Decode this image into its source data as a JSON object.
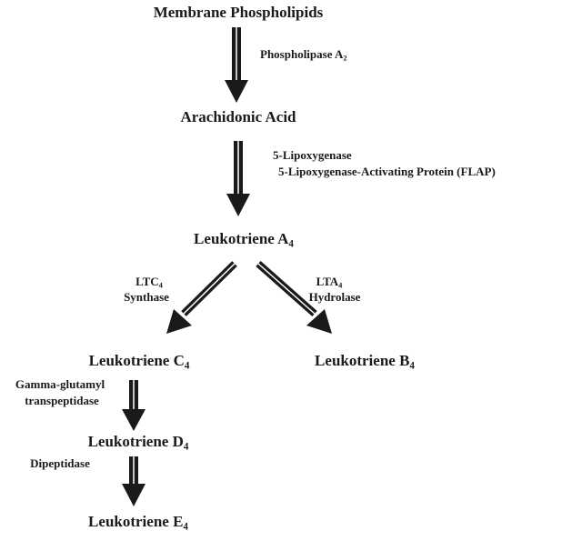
{
  "nodes": {
    "membrane_phospholipids": "Membrane Phospholipids",
    "arachidonic_acid": "Arachidonic Acid",
    "leukotriene_a4": {
      "text": "Leukotriene A",
      "sub": "4"
    },
    "leukotriene_c4": {
      "text": "Leukotriene C",
      "sub": "4"
    },
    "leukotriene_b4": {
      "text": "Leukotriene B",
      "sub": "4"
    },
    "leukotriene_d4": {
      "text": "Leukotriene D",
      "sub": "4"
    },
    "leukotriene_e4": {
      "text": "Leukotriene E",
      "sub": "4"
    }
  },
  "enzymes": {
    "phospholipase": {
      "text": "Phospholipase A",
      "sub": "2"
    },
    "lipoxygenase_1": "5-Lipoxygenase",
    "lipoxygenase_2": "5-Lipoxygenase-Activating Protein (FLAP)",
    "ltc4_synthase_1": {
      "text": "LTC",
      "sub": "4"
    },
    "ltc4_synthase_2": "Synthase",
    "lta4_hydrolase_1": {
      "text": "LTA",
      "sub": "4"
    },
    "lta4_hydrolase_2": "Hydrolase",
    "ggt_1": "Gamma-glutamyl",
    "ggt_2": "transpeptidase",
    "dipeptidase": "Dipeptidase"
  },
  "colors": {
    "arrow": "#1a1a1a",
    "text": "#1a1a1a",
    "background": "#ffffff"
  }
}
